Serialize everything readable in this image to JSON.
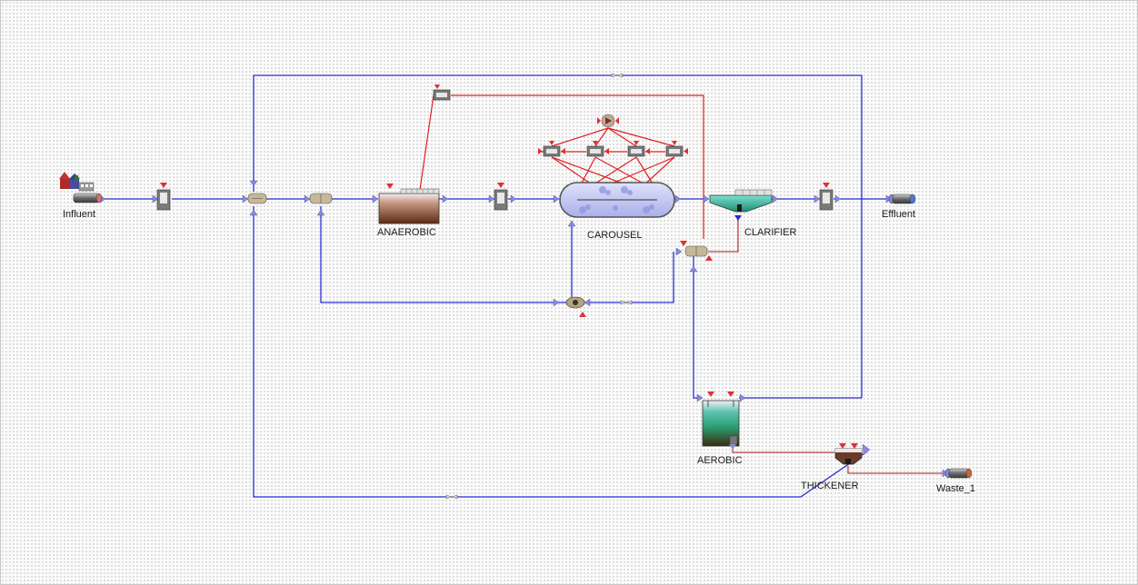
{
  "labels": {
    "influent": "Influent",
    "anaerobic": "ANAEROBIC",
    "carousel": "CAROUSEL",
    "clarifier": "CLARIFIER",
    "effluent": "Effluent",
    "aerobic": "AEROBIC",
    "thickener": "THICKENER",
    "waste": "Waste_1"
  },
  "colors": {
    "liquid_stream": "#2b2bd6",
    "control_signal": "#e02020",
    "sludge_stream": "#b84545",
    "port_marker": "#8a8ad8",
    "alarm_marker": "#e03030",
    "carousel_fill": "#c4c8f2",
    "clarifier_fill": "#3fb39a",
    "aerobic_fill": "#33a788",
    "anaerobic_fill": "#7a3b22"
  },
  "icons": {
    "influent": "factory-icon",
    "effluent": "pipe-outlet-icon",
    "waste": "pipe-outlet-icon",
    "blower": "blower-icon",
    "controller": "controller-icon",
    "mixer": "mixer-icon",
    "splitter": "splitter-icon",
    "pump": "pump-icon",
    "valve": "valve-icon",
    "meter": "meter-icon"
  }
}
